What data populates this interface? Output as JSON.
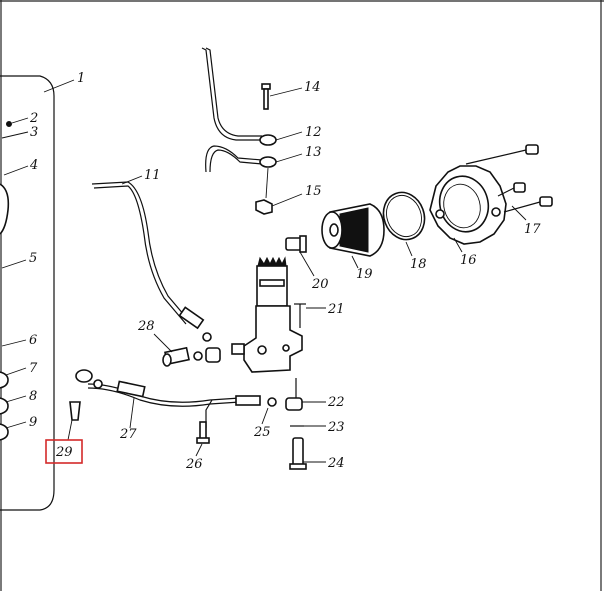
{
  "labels": {
    "l1": "1",
    "l2": "2",
    "l3": "3",
    "l4": "4",
    "l5": "5",
    "l6": "6",
    "l7": "7",
    "l8": "8",
    "l9": "9",
    "l11": "11",
    "l12": "12",
    "l13": "13",
    "l14": "14",
    "l15": "15",
    "l16": "16",
    "l17": "17",
    "l18": "18",
    "l19": "19",
    "l20": "20",
    "l21": "21",
    "l22": "22",
    "l23": "23",
    "l24": "24",
    "l25": "25",
    "l26": "26",
    "l27": "27",
    "l28": "28",
    "l29": "29"
  },
  "highlight": {
    "color": "#d42a2a"
  }
}
